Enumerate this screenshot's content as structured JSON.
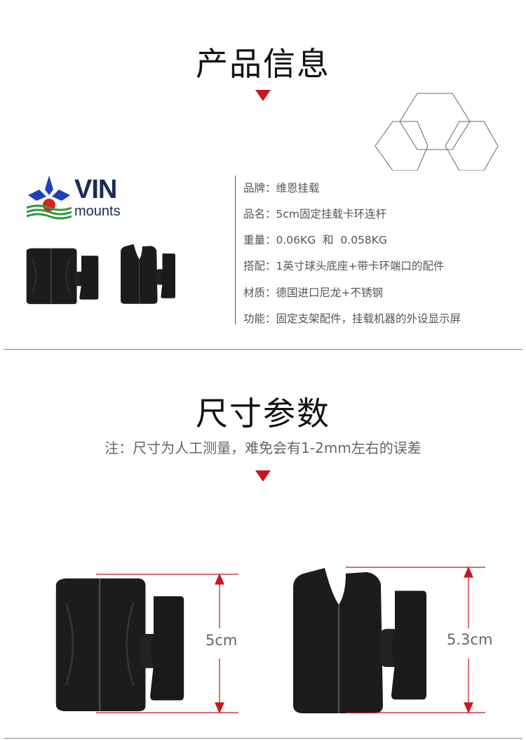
{
  "section1": {
    "title": "产品信息"
  },
  "logo": {
    "brand_text": "VIN",
    "sub_text": "mounts"
  },
  "specs": [
    {
      "label": "品牌：",
      "value": "维恩挂载"
    },
    {
      "label": "品名：",
      "value": "5cm固定挂载卡环连杆"
    },
    {
      "label": "重量：",
      "value": "0.06KG  和  0.058KG"
    },
    {
      "label": "搭配：",
      "value": "1英寸球头底座+带卡环端口的配件"
    },
    {
      "label": "材质：",
      "value": "德国进口尼龙+不锈钢"
    },
    {
      "label": "功能：",
      "value": "固定支架配件，挂载机器的外设显示屏"
    }
  ],
  "section2": {
    "title": "尺寸参数",
    "note": "注：尺寸为人工测量，难免会有1-2mm左右的误差"
  },
  "dimensions": [
    {
      "label": "5cm"
    },
    {
      "label": "5.3cm"
    }
  ],
  "colors": {
    "accent": "#c8161d",
    "text": "#555555"
  }
}
